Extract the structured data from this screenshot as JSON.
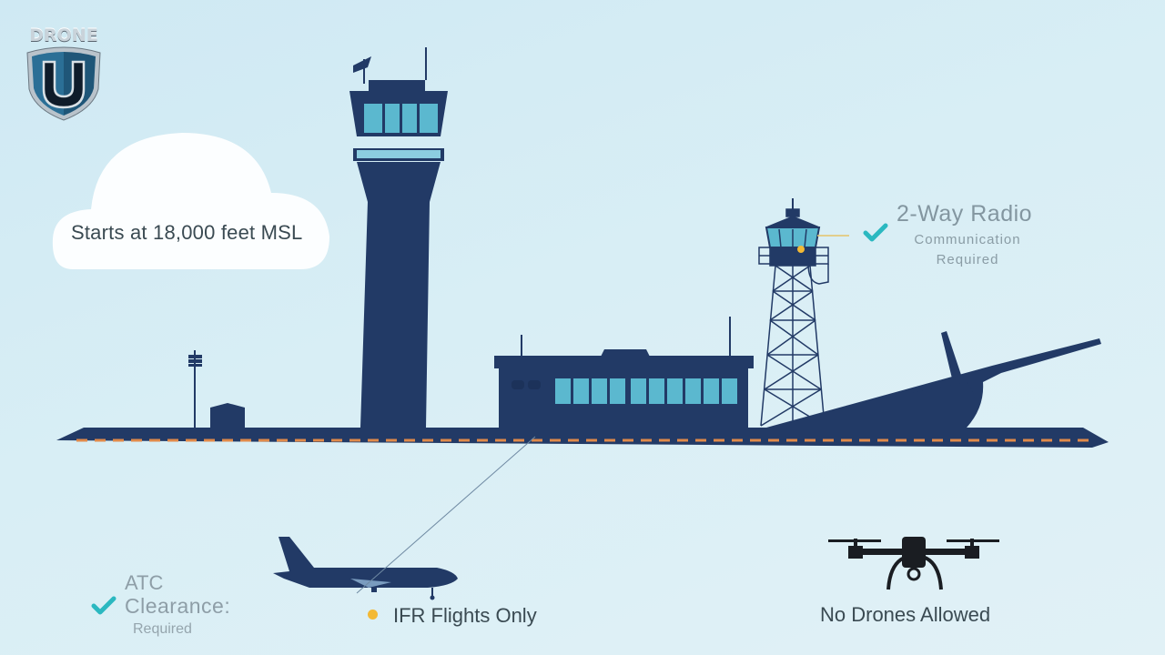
{
  "logo": {
    "brand_text": "DRONE",
    "emblem_letter": "U"
  },
  "cloud": {
    "label": "Starts at 18,000 feet MSL"
  },
  "radio_requirement": {
    "title": "2-Way Radio",
    "line1": "Communication",
    "line2": "Required",
    "icon": "check-icon"
  },
  "atc_requirement": {
    "line1": "ATC",
    "line2": "Clearance:",
    "line3": "Required",
    "icon": "check-icon"
  },
  "ifr_requirement": {
    "label": "IFR Flights Only",
    "icon": "bullet-dot-icon"
  },
  "drone_rule": {
    "label": "No Drones Allowed",
    "icon": "drone-icon"
  },
  "colors": {
    "silhouette": "#223a66",
    "glass": "#5bb8cf",
    "runway_dash": "#e08a4a",
    "check": "#2bb8c0",
    "bullet": "#f3b935",
    "sky": "#d8eef5"
  }
}
